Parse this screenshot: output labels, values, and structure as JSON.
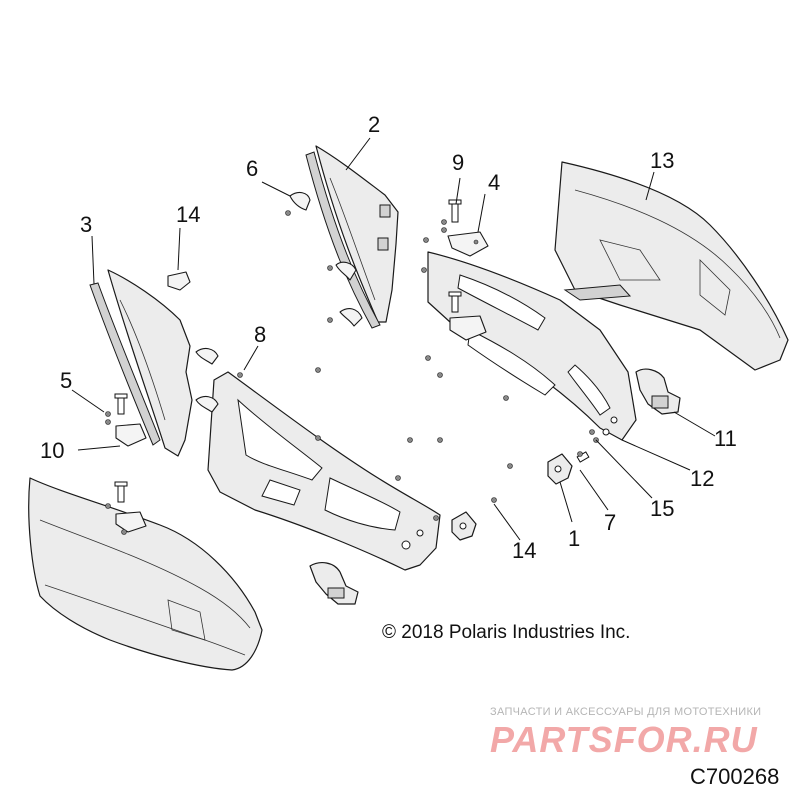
{
  "callouts": [
    {
      "id": "1",
      "label": "1"
    },
    {
      "id": "2",
      "label": "2"
    },
    {
      "id": "3",
      "label": "3"
    },
    {
      "id": "4",
      "label": "4"
    },
    {
      "id": "5",
      "label": "5"
    },
    {
      "id": "6",
      "label": "6"
    },
    {
      "id": "7",
      "label": "7"
    },
    {
      "id": "8",
      "label": "8"
    },
    {
      "id": "9",
      "label": "9"
    },
    {
      "id": "10",
      "label": "10"
    },
    {
      "id": "11",
      "label": "11"
    },
    {
      "id": "12",
      "label": "12"
    },
    {
      "id": "13",
      "label": "13"
    },
    {
      "id": "14a",
      "label": "14"
    },
    {
      "id": "14b",
      "label": "14"
    },
    {
      "id": "15",
      "label": "15"
    }
  ],
  "copyright": "© 2018 Polaris Industries Inc.",
  "watermark": {
    "subtitle": "ЗАПЧАСТИ И АКСЕССУАРЫ ДЛЯ МОТОТЕХНИКИ",
    "logo": "PARTSFOR.RU"
  },
  "diagram_code": "C700268",
  "colors": {
    "part_fill": "#ececec",
    "line": "#1a1a1a",
    "watermark": "#f2a8a8"
  }
}
